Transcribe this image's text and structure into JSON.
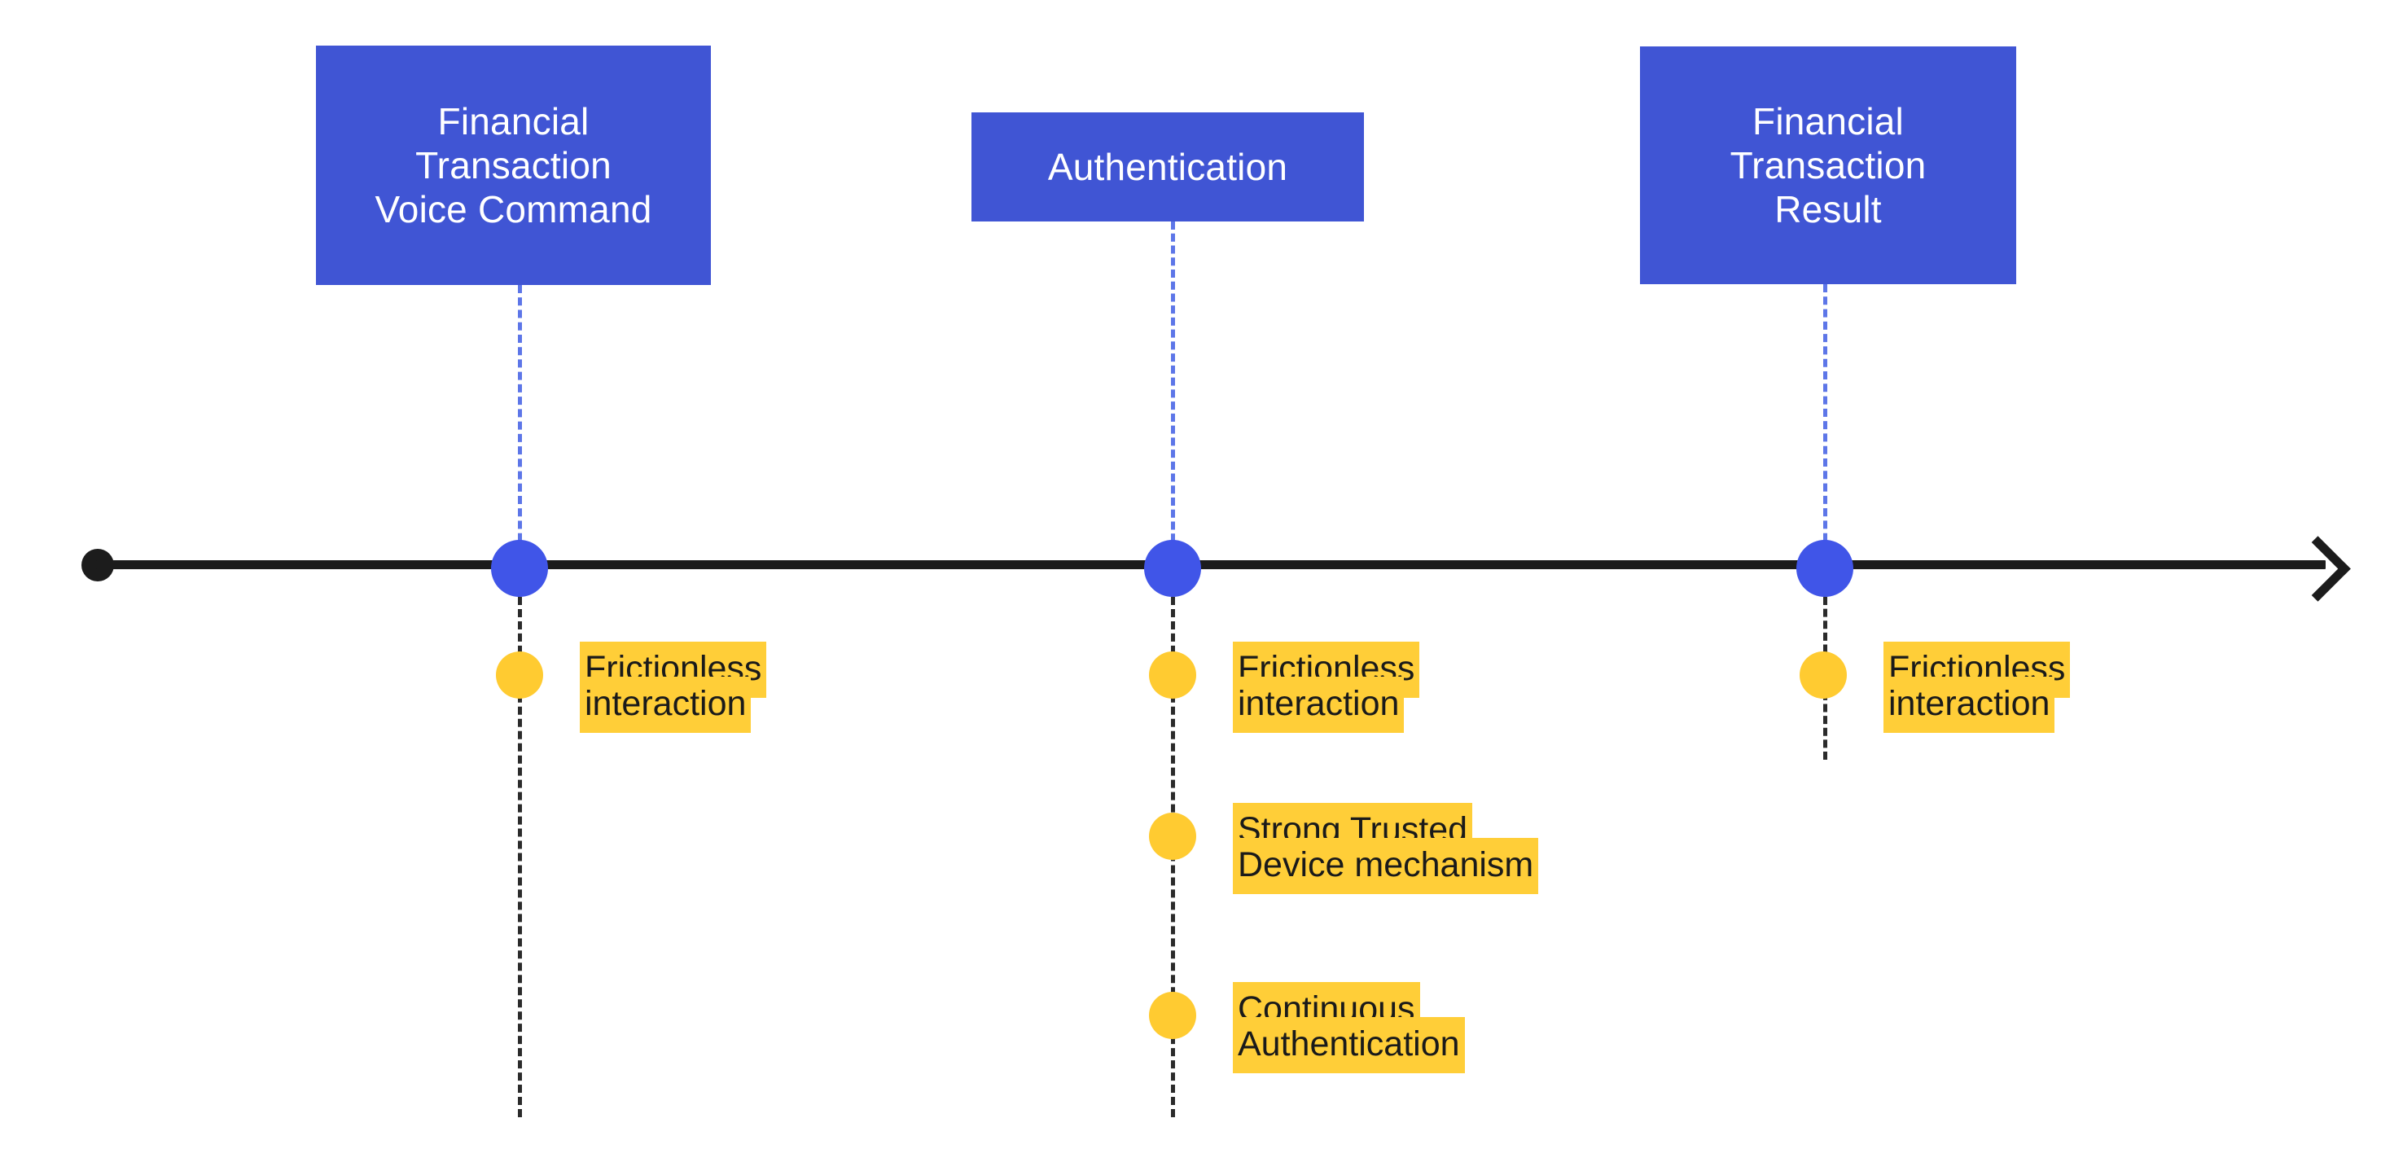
{
  "diagram": {
    "title": "Financial transaction voice-command authentication timeline",
    "type": "timeline",
    "colors": {
      "milestone_box": "#4055D4",
      "milestone_dot": "#4055E8",
      "axis": "#1C1C1C",
      "annotation_highlight": "#FFCE38",
      "annotation_dot": "#FFCB31",
      "connector_blue": "#5D76E8",
      "connector_black": "#2B2B2B",
      "background": "#FFFFFF"
    },
    "axis": {
      "start_marker": "start-dot",
      "end_marker": "arrow-right"
    },
    "milestones": [
      {
        "id": "voice-command",
        "label": "Financial\nTransaction\nVoice Command",
        "annotations": [
          {
            "lines": [
              "Frictionless",
              "interaction"
            ]
          }
        ]
      },
      {
        "id": "authentication",
        "label": "Authentication",
        "annotations": [
          {
            "lines": [
              "Frictionless",
              "interaction"
            ]
          },
          {
            "lines": [
              "Strong Trusted",
              "Device mechanism"
            ]
          },
          {
            "lines": [
              "Continuous",
              "Authentication"
            ]
          }
        ]
      },
      {
        "id": "transaction-result",
        "label": "Financial\nTransaction\nResult",
        "annotations": [
          {
            "lines": [
              "Frictionless",
              "interaction"
            ]
          }
        ]
      }
    ]
  }
}
